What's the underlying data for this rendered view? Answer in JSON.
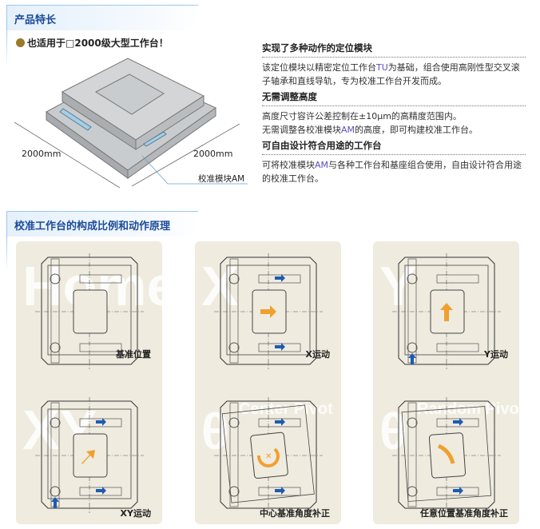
{
  "section1": {
    "title": "产品特长",
    "bullet": "也适用于□2000级大型工作台！",
    "dim_left": "2000mm",
    "dim_right": "2000mm",
    "callout": "校准模块AM"
  },
  "features": [
    {
      "title": "实现了多种动作的定位模块",
      "text_a": "该定位模块以精密定位工作台",
      "hl": "TU",
      "text_b": "为基础，组合使用高刚性型交叉滚子轴承和直线导轨，专为校准工作台开发而成。"
    },
    {
      "title": "无需调整高度",
      "line1": "高度尺寸容许公差控制在±10μm的高精度范围内。",
      "text_a": "无需调整各校准模块",
      "hl": "AM",
      "text_b": "的高度，即可构建校准工作台。"
    },
    {
      "title": "可自由设计符合用途的工作台",
      "text_a": "可将校准模块",
      "hl": "AM",
      "text_b": "与各种工作台和基座组合使用，自由设计符合用途的校准工作台。"
    }
  ],
  "section2": {
    "title": "校准工作台的构成比例和动作原理"
  },
  "cards": [
    {
      "watermark": "Home",
      "caption": "基准位置"
    },
    {
      "watermark": "X",
      "caption": "X运动"
    },
    {
      "watermark": "Y",
      "caption": "Y运动"
    },
    {
      "watermark": "XY",
      "caption": "XY运动"
    },
    {
      "watermark": "θ Center Pivot",
      "caption": "中心基准角度补正"
    },
    {
      "watermark": "θ Random Pivot",
      "caption": "任意位置基准角度补正"
    }
  ],
  "colors": {
    "heading": "#1b4a9a",
    "card_bg": "#efebdf",
    "arrow_orange": "#f0a030",
    "arrow_blue": "#1e5ab4"
  }
}
